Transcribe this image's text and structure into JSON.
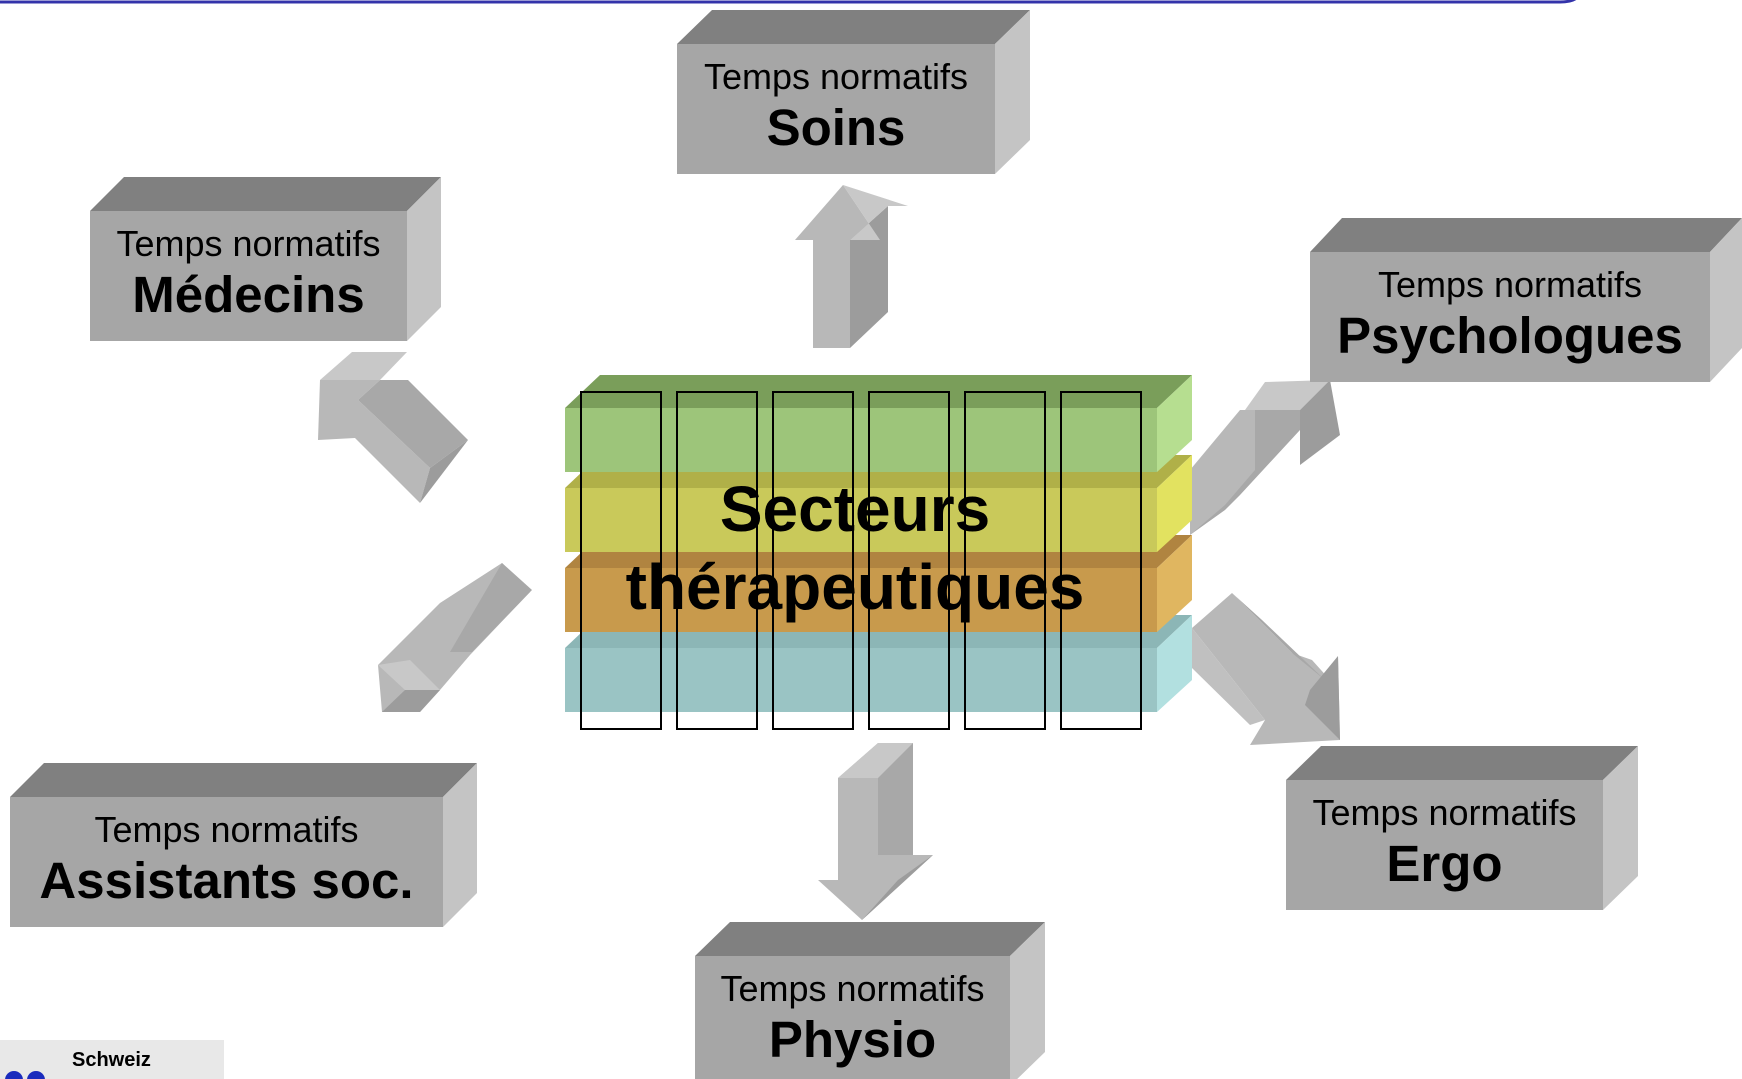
{
  "center": {
    "line1": "Secteurs",
    "line2": "thérapeutiques"
  },
  "boxes": {
    "soins": {
      "sub": "Temps normatifs",
      "main": "Soins"
    },
    "medecins": {
      "sub": "Temps normatifs",
      "main": "Médecins"
    },
    "psychologues": {
      "sub": "Temps normatifs",
      "main": "Psychologues"
    },
    "assistants": {
      "sub": "Temps normatifs",
      "main": "Assistants soc."
    },
    "ergo": {
      "sub": "Temps normatifs",
      "main": "Ergo"
    },
    "physio": {
      "sub": "Temps normatifs",
      "main": "Physio"
    }
  },
  "logo": {
    "text": "Schweiz"
  },
  "colors": {
    "layer_green": "#9dc57a",
    "layer_yellow": "#c9c95a",
    "layer_orange": "#c89a4c",
    "layer_teal": "#9ac4c4",
    "box_front": "#a6a6a6",
    "box_top": "#808080",
    "box_side": "#c4c4c4",
    "arrow": "#b3b3b3",
    "header_line": "#3333aa"
  }
}
